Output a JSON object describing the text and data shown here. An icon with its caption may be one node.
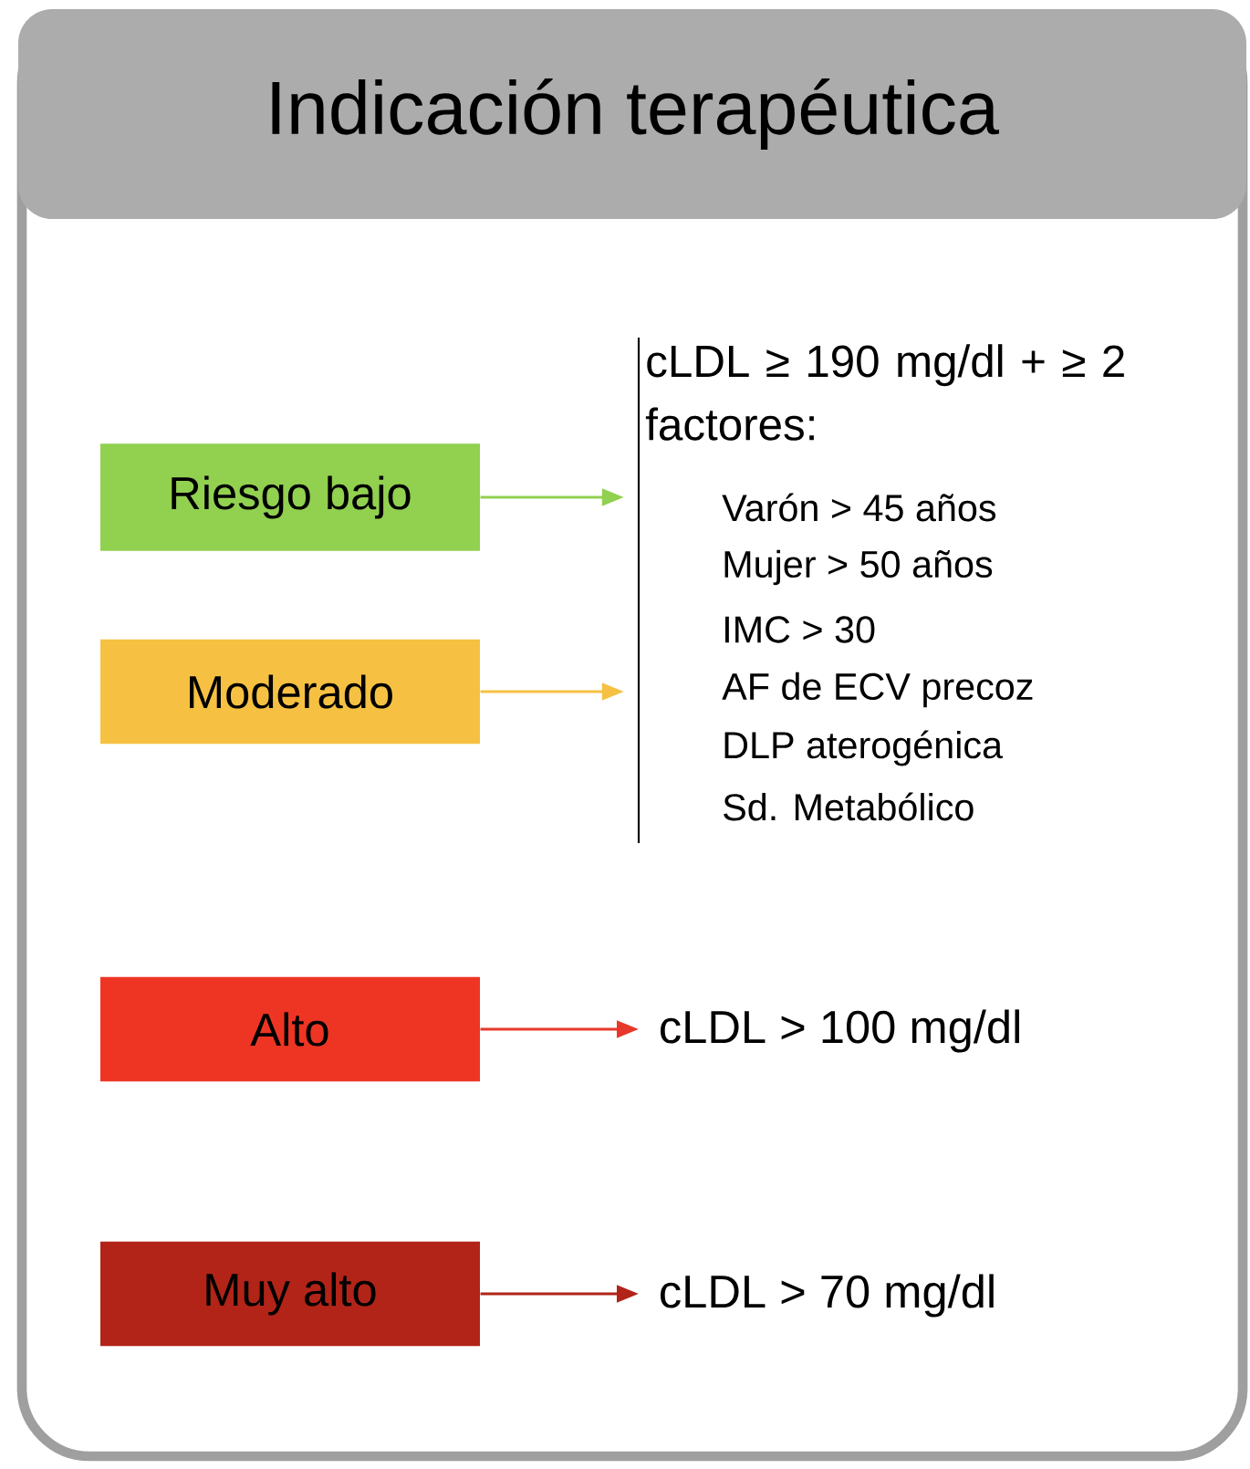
{
  "diagram": {
    "title": "Indicación terapéutica",
    "nodes": [
      {
        "text": [
          "Riesgo bajo"
        ]
      },
      {
        "text": [
          "Moderado"
        ]
      },
      {
        "text": [
          "Alto"
        ]
      },
      {
        "text": [
          "Muy alto"
        ]
      },
      {
        "text": [
          "cLDL ≥ 190 mg/dl + ≥ 2 factores:",
          "Varón > 45 años",
          "Mujer > 50 años",
          "IMC > 30",
          "AF de ECV precoz",
          "DLP aterogénica",
          "Sd. Metabólico"
        ]
      },
      {
        "text": [
          "cLDL > 100 mg/dl"
        ]
      },
      {
        "text": [
          "cLDL > 70 mg/dl"
        ]
      }
    ],
    "edges": [
      {
        "from": 0,
        "to": 4,
        "arrow": "to",
        "color": "#92d050"
      },
      {
        "from": 1,
        "to": 4,
        "arrow": "to",
        "color": "#f6c142"
      },
      {
        "from": 2,
        "to": 5,
        "arrow": "to",
        "color": "#e8382a"
      },
      {
        "from": 3,
        "to": 6,
        "arrow": "to",
        "color": "#b22418"
      }
    ]
  }
}
